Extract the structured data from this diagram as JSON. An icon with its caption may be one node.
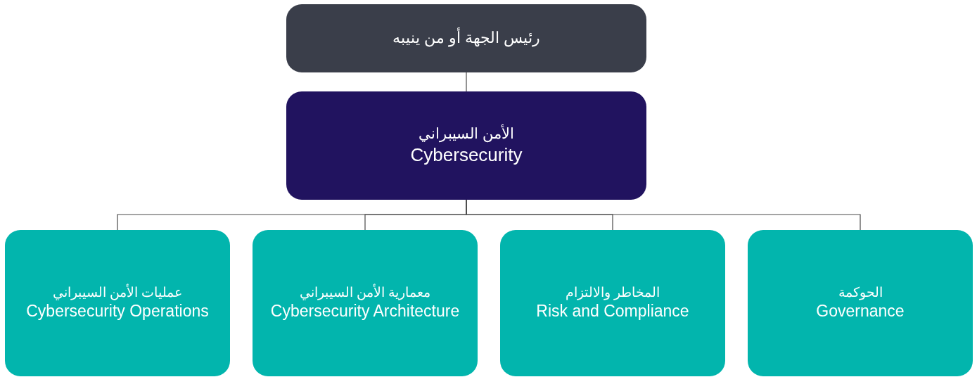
{
  "diagram": {
    "nodes": [
      {
        "text": [
          "رئيس الجهة أو من ينيبه"
        ]
      },
      {
        "text": [
          "الأمن السيبراني",
          "Cybersecurity"
        ]
      },
      {
        "text": [
          "عمليات الأمن السيبراني",
          "Cybersecurity Operations"
        ]
      },
      {
        "text": [
          "معمارية الأمن السيبراني",
          "Cybersecurity Architecture"
        ]
      },
      {
        "text": [
          "المخاطر والالتزام",
          "Risk and Compliance"
        ]
      },
      {
        "text": [
          "الحوكمة",
          "Governance"
        ]
      }
    ],
    "edges": [
      {
        "from": 0,
        "to": 1,
        "arrow": "none"
      },
      {
        "from": 1,
        "to": 2,
        "arrow": "none"
      },
      {
        "from": 1,
        "to": 3,
        "arrow": "none"
      },
      {
        "from": 1,
        "to": 4,
        "arrow": "none"
      },
      {
        "from": 1,
        "to": 5,
        "arrow": "none"
      }
    ]
  }
}
